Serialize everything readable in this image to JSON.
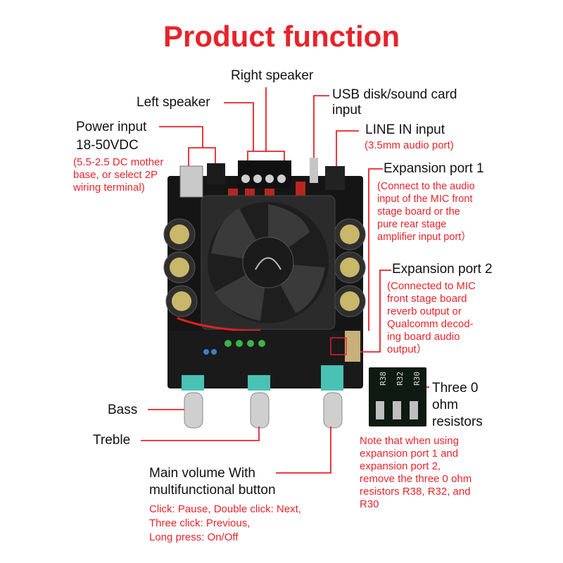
{
  "title": "Product function",
  "labels": {
    "right_speaker": "Right speaker",
    "left_speaker": "Left speaker",
    "usb": [
      "USB disk/sound card",
      "input"
    ],
    "power": [
      "Power input",
      "18-50VDC"
    ],
    "power_note": [
      "(5.5-2.5 DC mother",
      "base, or select 2P",
      "wiring terminal)"
    ],
    "line_in": "LINE IN input",
    "line_in_note": "(3.5mm audio port)",
    "exp1": "Expansion port 1",
    "exp1_note": [
      "(Connect to the audio",
      "input of the MIC front",
      "stage board or the",
      "pure rear stage",
      "amplifier input port）"
    ],
    "exp2": "Expansion port 2",
    "exp2_note": [
      "(Connected to MIC",
      "front stage board",
      "reverb output or",
      "Qualcomm decod-",
      "ing board audio",
      "output）"
    ],
    "resistors": [
      "Three 0",
      "ohm",
      "resistors"
    ],
    "resistor_ids": [
      "R38",
      "R32",
      "R30"
    ],
    "resistor_note": [
      "Note that when using",
      "expansion port 1 and",
      "expansion port 2,",
      "remove the three 0 ohm",
      "resistors R38, R32, and",
      "R30"
    ],
    "bass": "Bass",
    "treble": "Treble",
    "volume": [
      "Main volume With",
      "multifunctional button"
    ],
    "volume_note": [
      "Click: Pause, Double click: Next,",
      "Three click: Previous,",
      "Long press: On/Off"
    ]
  },
  "colors": {
    "accent": "#e8232a",
    "pcb": "#141414",
    "fan": "#2a2a2a"
  }
}
